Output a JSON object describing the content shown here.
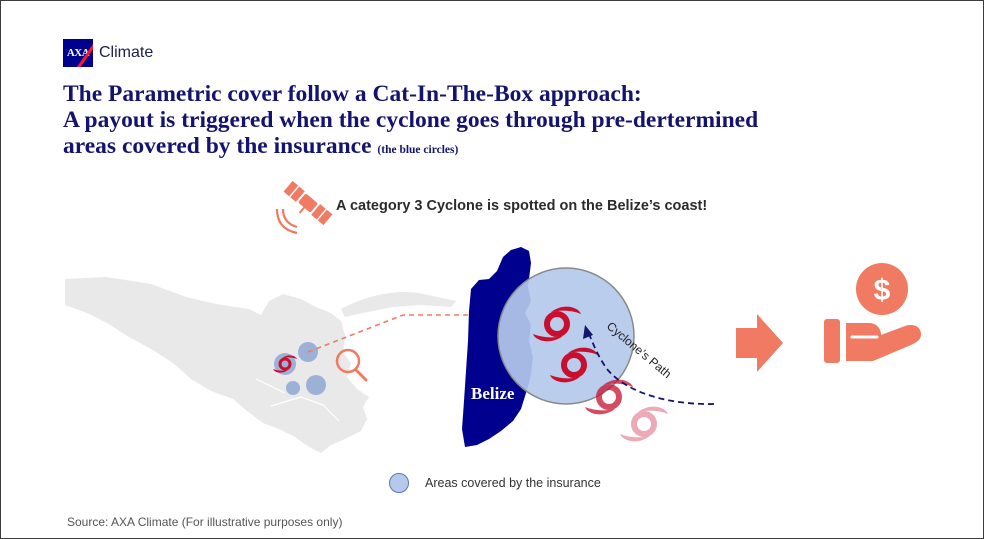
{
  "brand": {
    "logo_text": "AXA",
    "name": "Climate"
  },
  "title": {
    "line1": "The Parametric cover follow a Cat-In-The-Box approach:",
    "line2": "A payout is triggered when the cyclone goes through pre-dertermined",
    "line3": "areas covered by the insurance",
    "note": "(the blue circles)"
  },
  "alert_text": "A category 3 Cyclone is spotted on the Belize’s coast!",
  "map": {
    "country_label": "Belize",
    "path_label": "Cyclone’s Path"
  },
  "legend": {
    "label": "Areas covered by the insurance"
  },
  "source": "Source: AXA Climate (For illustrative purposes only)",
  "colors": {
    "navy": "#14146e",
    "coverage_fill": "#b4c9ec",
    "coral": "#f07a62",
    "cyclone_red": "#c8102e",
    "land_gray": "#e9e9e9",
    "belize_blue": "#00008f"
  },
  "icons": [
    "satellite-icon",
    "magnifier-icon",
    "cyclone-icon",
    "arrow-right-icon",
    "hand-dollar-icon"
  ]
}
